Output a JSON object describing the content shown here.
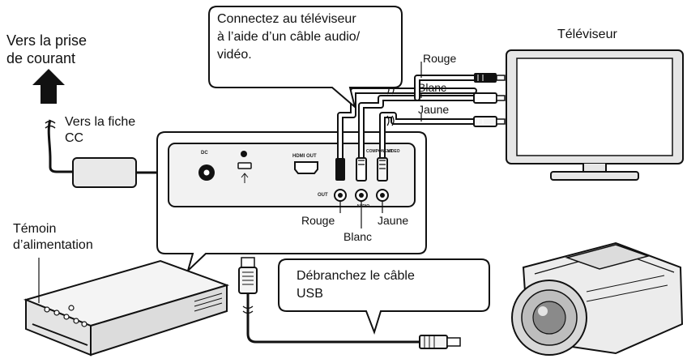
{
  "labels": {
    "power_outlet_line1": "Vers la prise",
    "power_outlet_line2": "de courant",
    "dc_plug_line1": "Vers la fiche",
    "dc_plug_line2": "CC",
    "callout_tv_line1": "Connectez au téléviseur",
    "callout_tv_line2": "à l’aide d’un câble audio/",
    "callout_tv_line3": "vidéo.",
    "tv": "Téléviseur",
    "cable_red": "Rouge",
    "cable_white": "Blanc",
    "cable_yellow": "Jaune",
    "jack_red": "Rouge",
    "jack_white": "Blanc",
    "jack_yellow": "Jaune",
    "power_lamp_line1": "Témoin",
    "power_lamp_line2": "d’alimentation",
    "callout_usb_line1": "Débranchez le câble",
    "callout_usb_line2": "USB"
  },
  "panel_marks": {
    "dc": "DC",
    "hdmi_out": "HDMI OUT",
    "out": "OUT",
    "component": "COMPONENT",
    "video": "VIDEO",
    "audio": "AUDIO"
  },
  "colors": {
    "line": "#111111",
    "panel_fill": "#f2f2f2",
    "cable_fill": "#ffffff",
    "device_fill": "#efefef"
  },
  "icons": [
    "arrow-up-icon",
    "power-adapter-icon",
    "dc-plug-icon",
    "rca-plug-icon",
    "usb-plug-icon",
    "television-icon",
    "camcorder-icon",
    "dvd-writer-icon"
  ]
}
